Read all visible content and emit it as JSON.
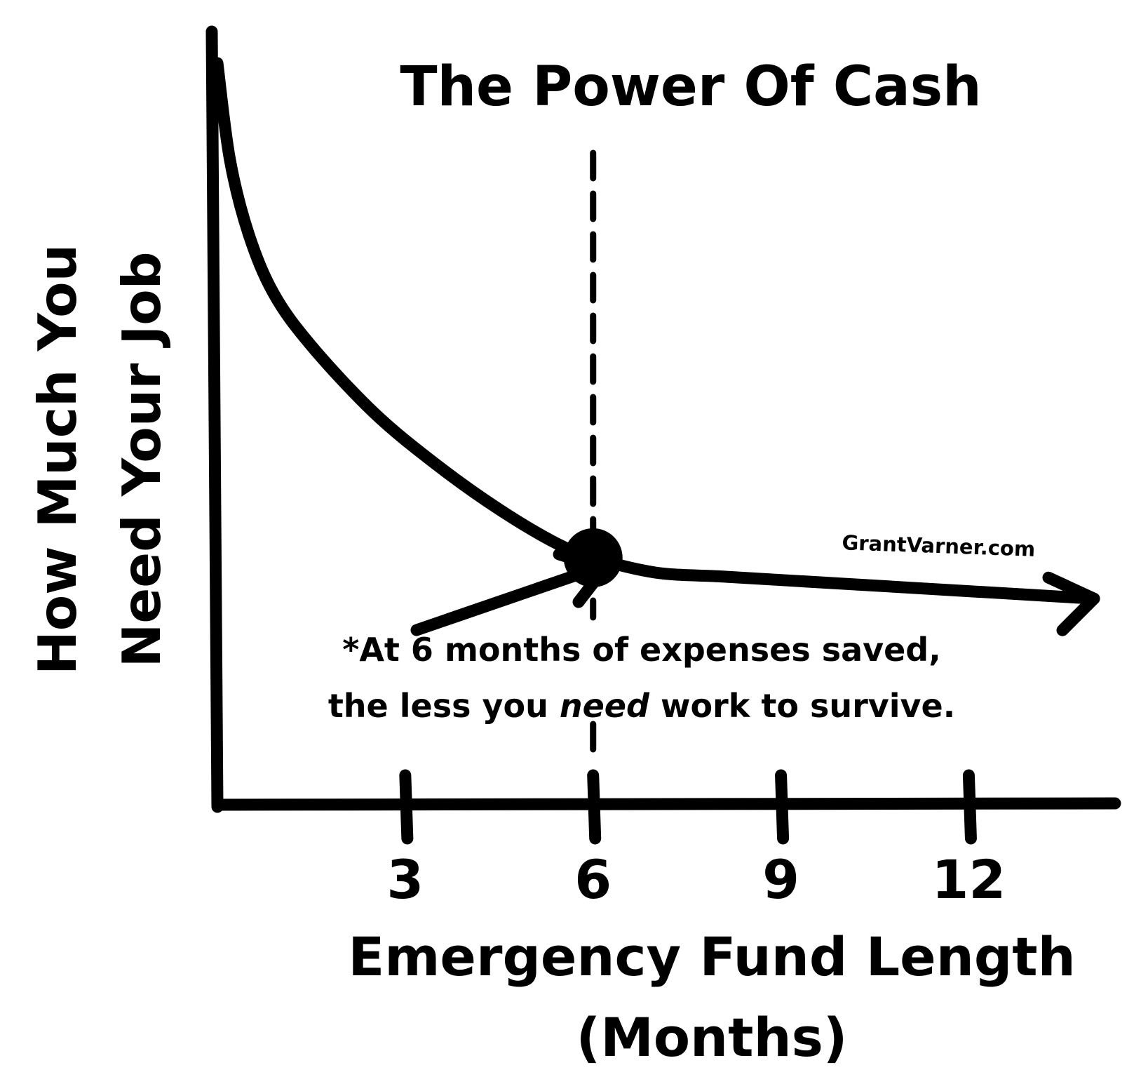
{
  "chart_data": {
    "type": "line",
    "title": "The Power Of Cash",
    "xlabel_line1": "Emergency Fund Length",
    "xlabel_line2": "(Months)",
    "ylabel_line1": "How Much You",
    "ylabel_line2": "Need Your Job",
    "x_ticks": [
      "3",
      "6",
      "9",
      "12"
    ],
    "x_tick_values": [
      3,
      6,
      9,
      12
    ],
    "xlim": [
      0,
      14
    ],
    "ylim": [
      0,
      10
    ],
    "curve": {
      "x": [
        0,
        0.2,
        0.5,
        0.9,
        1.5,
        2.5,
        3.5,
        4.5,
        5.4,
        6,
        7,
        8,
        9,
        10,
        11,
        12,
        13,
        14
      ],
      "y": [
        10,
        8.7,
        7.7,
        6.9,
        6.2,
        5.3,
        4.6,
        4.0,
        3.55,
        3.35,
        3.15,
        3.1,
        3.05,
        3.0,
        2.95,
        2.9,
        2.85,
        2.8
      ]
    },
    "highlight": {
      "x": 6,
      "y": 3.35
    },
    "reference_x": 6,
    "annotation_line1": "*At 6 months of expenses saved,",
    "annotation_line2_before": "the less you ",
    "annotation_line2_emphasis": "need",
    "annotation_line2_after": " work to survive.",
    "watermark": "GrantVarner.com"
  }
}
